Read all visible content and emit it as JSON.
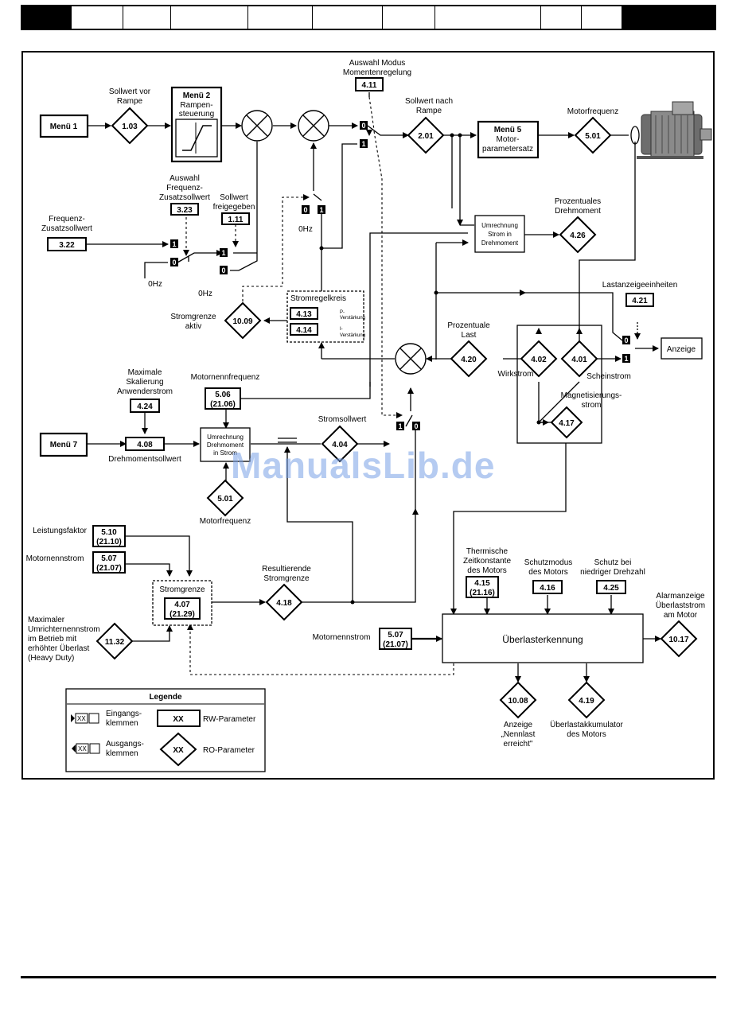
{
  "header": {
    "tabs": [
      "",
      "",
      "",
      "",
      "",
      "",
      "",
      "",
      ""
    ]
  },
  "watermark": "ManualsLib.de",
  "blocks": {
    "menu1": "Menü 1",
    "menu2_title": "Menü 2",
    "menu2_line1": "Rampen-",
    "menu2_line2": "steuerung",
    "menu5_title": "Menü 5",
    "menu5_line1": "Motor-",
    "menu5_line2": "parametersatz",
    "menu7": "Menü 7",
    "conv1_l1": "Umrechnung",
    "conv1_l2": "Strom in",
    "conv1_l3": "Drehmoment",
    "conv2_l1": "Umrechnung",
    "conv2_l2": "Drehmoment",
    "conv2_l3": "in Strom",
    "current_loop": "Stromregelkreis",
    "p_gain_l1": "P-",
    "p_gain_l2": "Verstärkung",
    "i_gain_l1": "I-",
    "i_gain_l2": "Verstärkung",
    "current_limit": "Stromgrenze",
    "overload": "Überlasterkennung",
    "display": "Anzeige",
    "zero_hz": "0Hz"
  },
  "params": {
    "p103": "1.03",
    "p211": "2.01",
    "p501a": "5.01",
    "p501b": "5.01",
    "p411": "4.11",
    "p323": "3.23",
    "p111": "1.11",
    "p322": "3.22",
    "p426": "4.26",
    "p421": "4.21",
    "p1009": "10.09",
    "p413": "4.13",
    "p414": "4.14",
    "p420": "4.20",
    "p402": "4.02",
    "p401": "4.01",
    "p417": "4.17",
    "p424": "4.24",
    "p408": "4.08",
    "p506": "5.06",
    "p506b": "(21.06)",
    "p404": "4.04",
    "p510": "5.10",
    "p510b": "(21.10)",
    "p507a": "5.07",
    "p507ab": "(21.07)",
    "p407": "4.07",
    "p407b": "(21.29)",
    "p418": "4.18",
    "p1132": "11.32",
    "p415": "4.15",
    "p415b": "(21.16)",
    "p416": "4.16",
    "p425": "4.25",
    "p507b": "5.07",
    "p507bb": "(21.07)",
    "p1017": "10.17",
    "p1008": "10.08",
    "p419": "4.19"
  },
  "labels": {
    "sollwert_vor_1": "Sollwert vor",
    "sollwert_vor_2": "Rampe",
    "auswahl_modus_1": "Auswahl Modus",
    "auswahl_modus_2": "Momentenregelung",
    "sollwert_nach_1": "Sollwert nach",
    "sollwert_nach_2": "Rampe",
    "motorfrequenz": "Motorfrequenz",
    "auswahl_frequenz_1": "Auswahl",
    "auswahl_frequenz_2": "Frequenz-",
    "auswahl_frequenz_3": "Zusatzsollwert",
    "sollwert_freigegeben_1": "Sollwert",
    "sollwert_freigegeben_2": "freigegeben",
    "frequenz_zusatz_1": "Frequenz-",
    "frequenz_zusatz_2": "Zusatzsollwert",
    "prozentuales_dm_1": "Prozentuales",
    "prozentuales_dm_2": "Drehmoment",
    "lastanzeige": "Lastanzeigeeinheiten",
    "stromgrenze_aktiv_1": "Stromgrenze",
    "stromgrenze_aktiv_2": "aktiv",
    "prozentuale_last_1": "Prozentuale",
    "prozentuale_last_2": "Last",
    "wirkstrom": "Wirkstrom",
    "scheinstrom": "Scheinstrom",
    "magnet_1": "Magnetisierungs-",
    "magnet_2": "strom",
    "max_skal_1": "Maximale",
    "max_skal_2": "Skalierung",
    "max_skal_3": "Anwenderstrom",
    "motornennfrequenz": "Motornennfrequenz",
    "drehmomentsollwert": "Drehmomentsollwert",
    "stromsollwert": "Stromsollwert",
    "motorfrequenz2": "Motorfrequenz",
    "leistungsfaktor": "Leistungsfaktor",
    "motornennstrom1": "Motornennstrom",
    "resultierende_1": "Resultierende",
    "resultierende_2": "Stromgrenze",
    "max_umr_1": "Maximaler",
    "max_umr_2": "Umrichternennstrom",
    "max_umr_3": "im Betrieb mit",
    "max_umr_4": "erhöhter Überlast",
    "max_umr_5": "(Heavy Duty)",
    "thermische_1": "Thermische",
    "thermische_2": "Zeitkonstante",
    "thermische_3": "des Motors",
    "schutzmodus_1": "Schutzmodus",
    "schutzmodus_2": "des Motors",
    "schutz_bei_1": "Schutz bei",
    "schutz_bei_2": "niedriger Drehzahl",
    "alarm_1": "Alarmanzeige",
    "alarm_2": "Überlaststrom",
    "alarm_3": "am Motor",
    "motornennstrom2": "Motornennstrom",
    "anzeige_nenn_1": "Anzeige",
    "anzeige_nenn_2": "„Nennlast",
    "anzeige_nenn_3": "erreicht\"",
    "ueberlastakk_1": "Überlastakkumulator",
    "ueberlastakk_2": "des Motors"
  },
  "legend": {
    "title": "Legende",
    "in_1": "Eingangs-",
    "in_2": "klemmen",
    "out_1": "Ausgangs-",
    "out_2": "klemmen",
    "rw": "RW-Parameter",
    "ro": "RO-Parameter",
    "xx": "XX",
    "xx_small": "XX"
  },
  "selectors": {
    "zero": "0",
    "one": "1"
  }
}
